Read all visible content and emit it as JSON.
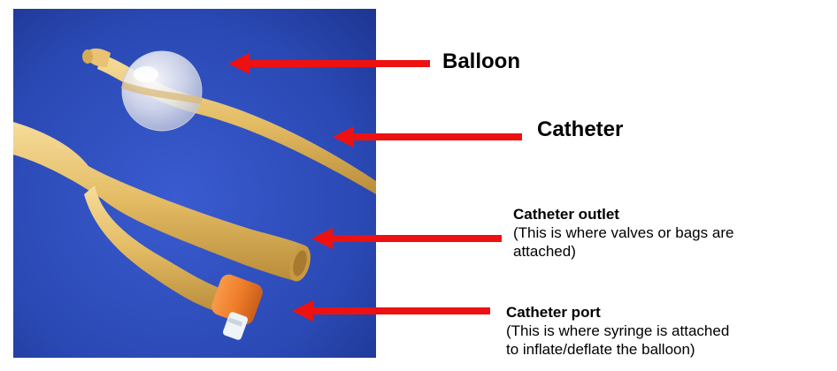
{
  "labels": {
    "balloon": "Balloon",
    "catheter": "Catheter",
    "outlet_title": "Catheter outlet",
    "outlet_note_1": "(This is where valves or bags are",
    "outlet_note_2": "attached)",
    "port_title": "Catheter port",
    "port_note_1": "(This is where syringe is attached",
    "port_note_2": "to inflate/deflate the balloon)"
  },
  "colors": {
    "arrow": "#ee1111",
    "background_photo": "#1f3f9a",
    "catheter_tube": "#e8c06a",
    "port_cap": "#f07d2a"
  }
}
